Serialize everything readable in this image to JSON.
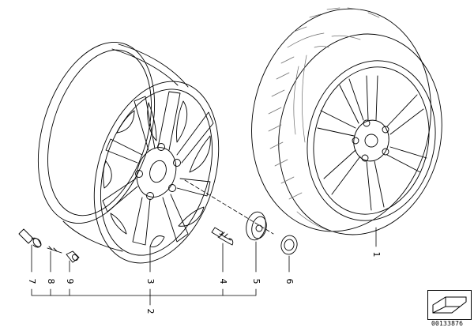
{
  "diagram": {
    "part_labels": [
      {
        "id": "p7",
        "text": "7"
      },
      {
        "id": "p8",
        "text": "8"
      },
      {
        "id": "p9",
        "text": "9"
      },
      {
        "id": "p3",
        "text": "3"
      },
      {
        "id": "p4",
        "text": "4"
      },
      {
        "id": "p5",
        "text": "5"
      },
      {
        "id": "p6",
        "text": "6"
      },
      {
        "id": "p1",
        "text": "1"
      },
      {
        "id": "p2",
        "text": "2"
      }
    ],
    "drawing_number": "00133876",
    "colors": {
      "line": "#000000",
      "background": "#ffffff",
      "hatch": "#6e6e6e"
    },
    "icons": [
      "wheel-rim-icon",
      "tire-wheel-icon",
      "valve-stem-icon",
      "wheel-bolt-icon",
      "hub-cap-icon",
      "emblem-icon",
      "thumbnail-icon"
    ]
  }
}
